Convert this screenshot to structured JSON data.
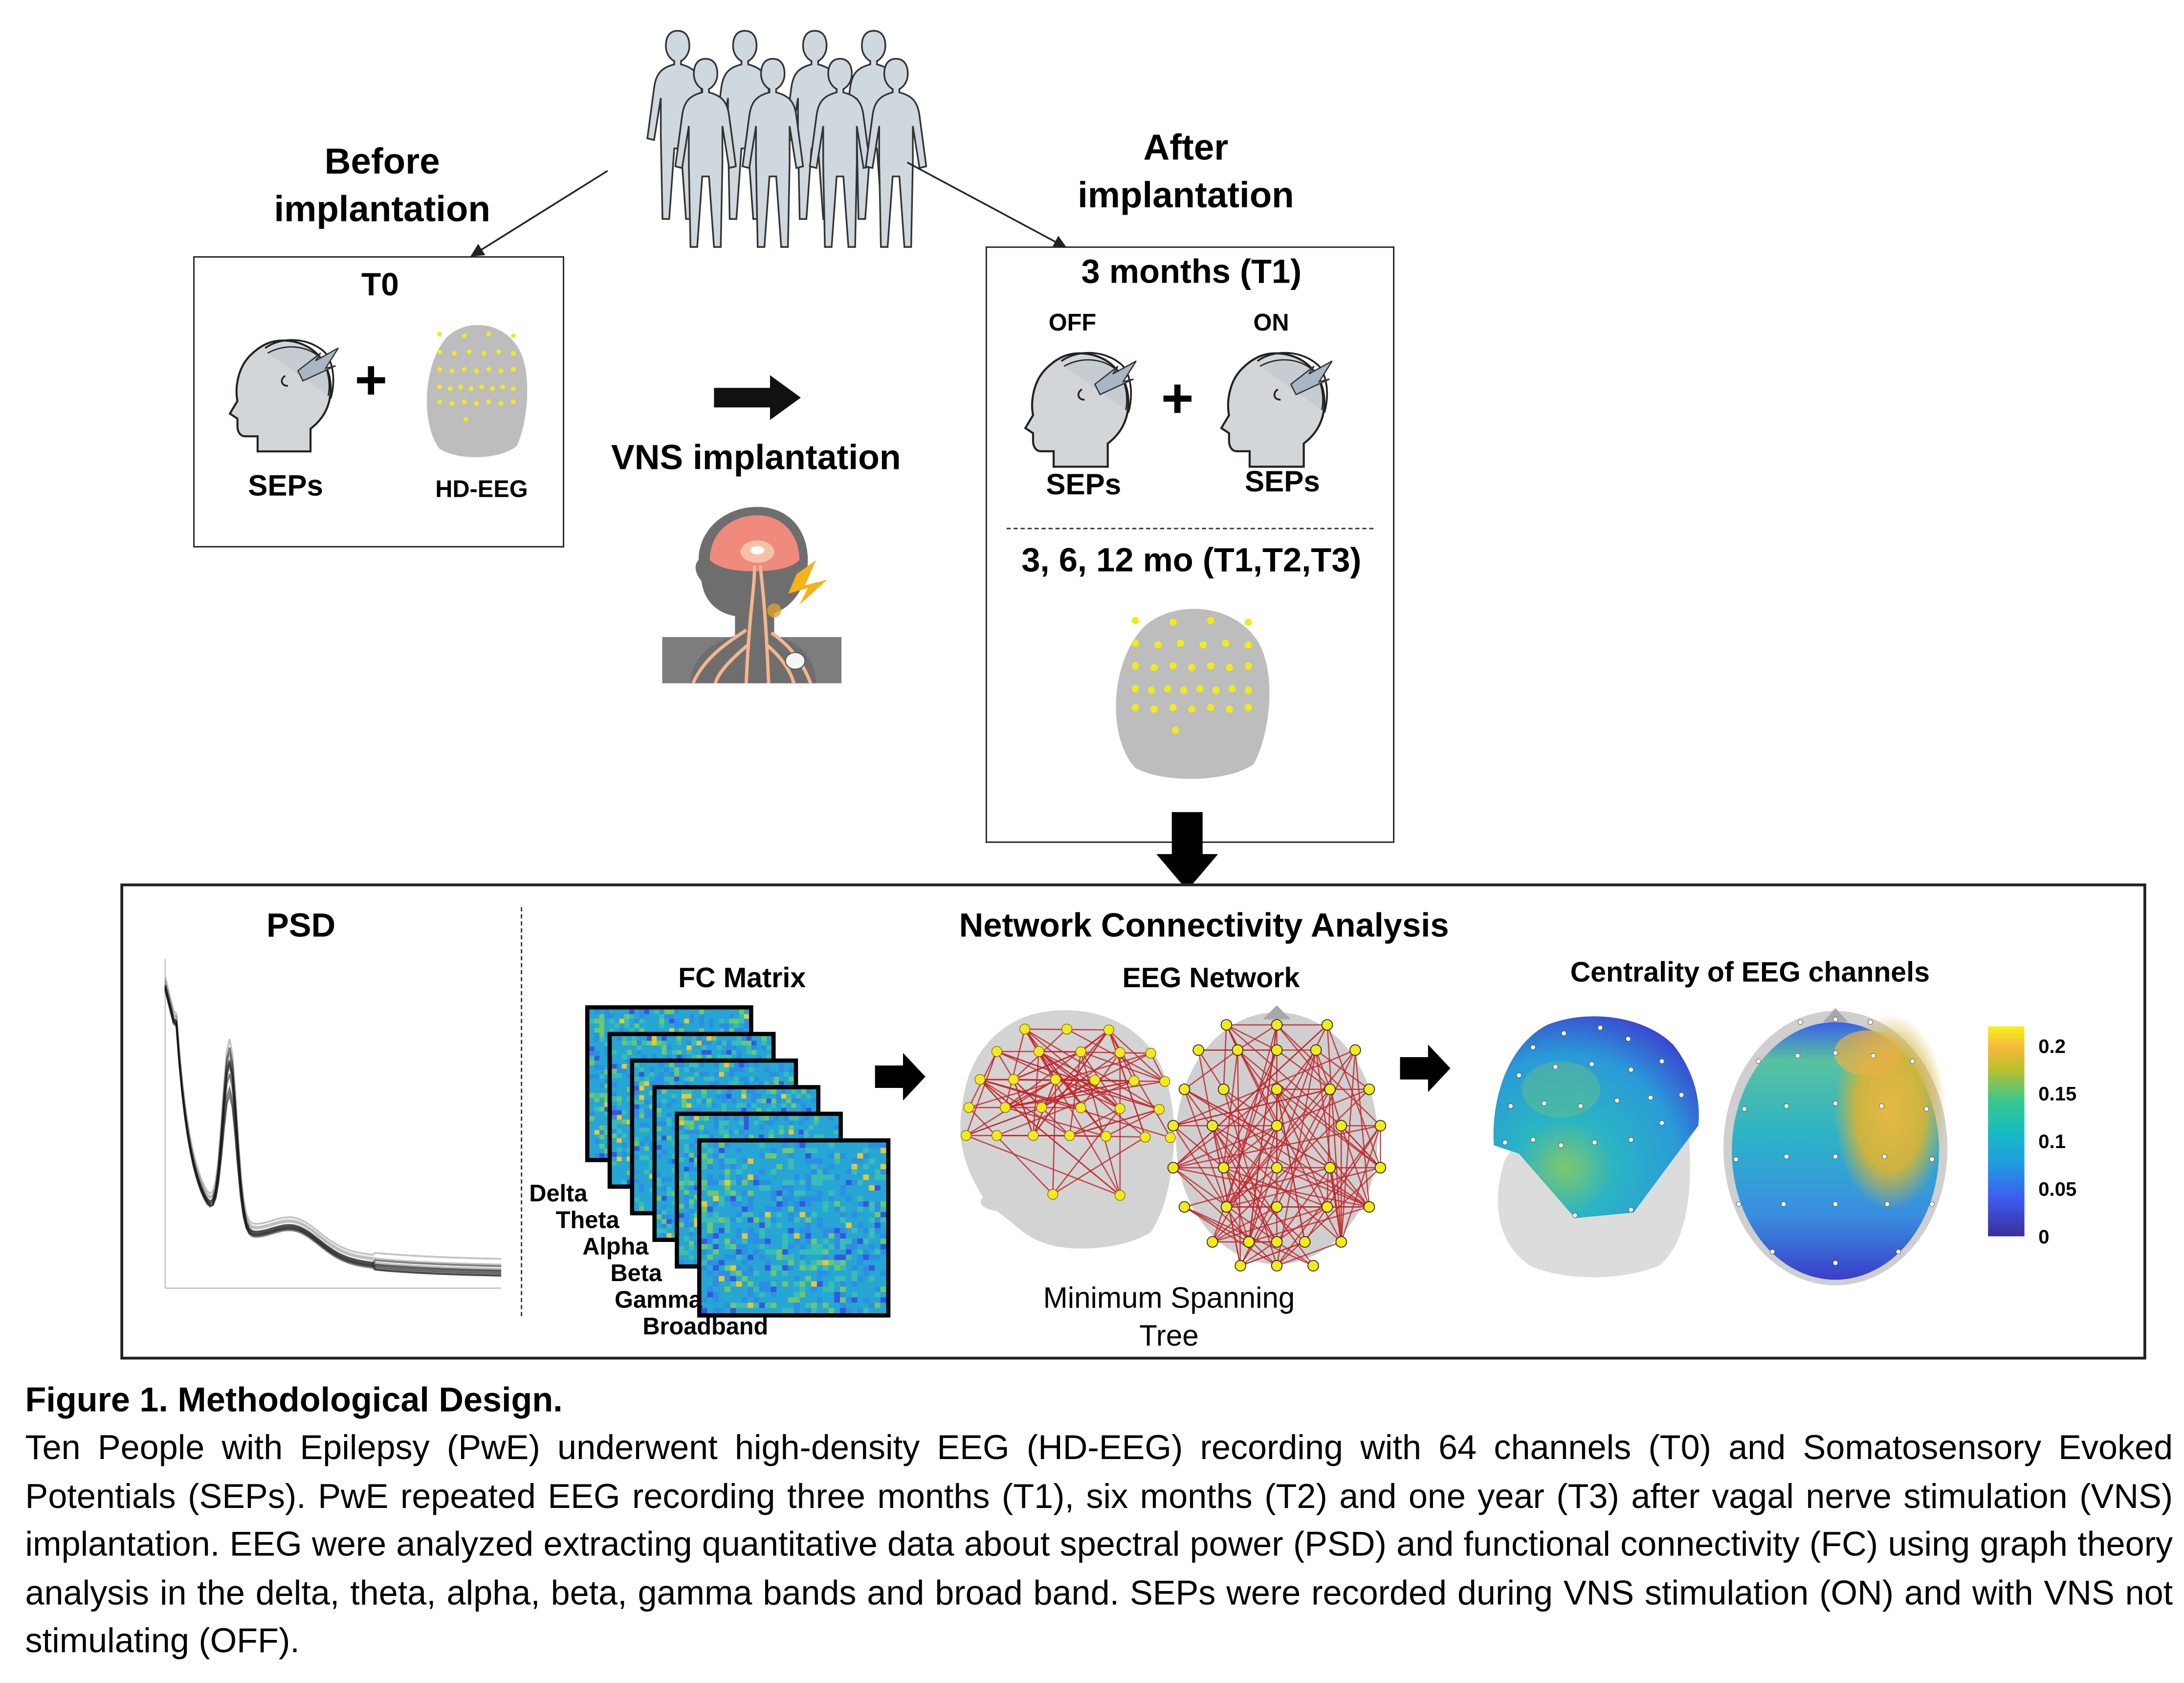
{
  "figure": {
    "top": {
      "population_label": "people-group",
      "before_title": "Before implantation",
      "after_title": "After implantation",
      "t0_box": {
        "title": "T0",
        "left_label": "SEPs",
        "right_label": "HD-EEG",
        "plus": "+"
      },
      "vns": {
        "title": "VNS implantation"
      },
      "t1_box": {
        "title": "3 months (T1)",
        "off_label": "OFF",
        "on_label": "ON",
        "off_sub": "SEPs",
        "on_sub": "SEPs",
        "plus": "+",
        "followup_title": "3, 6, 12 mo (T1,T2,T3)"
      }
    },
    "bottom": {
      "psd_title": "PSD",
      "network_title": "Network Connectivity Analysis",
      "fc_title": "FC Matrix",
      "bands": [
        "Delta",
        "Theta",
        "Alpha",
        "Beta",
        "Gamma",
        "Broadband"
      ],
      "eeg_network_title": "EEG Network",
      "mst_label_line1": "Minimum Spanning",
      "mst_label_line2": "Tree",
      "centrality_title": "Centrality of EEG channels",
      "colorbar_ticks": [
        "0.2",
        "0.15",
        "0.1",
        "0.05",
        "0"
      ],
      "colorbar_range": [
        0,
        0.22
      ]
    },
    "caption": {
      "title": "Figure 1. Methodological Design.",
      "body": "Ten People with Epilepsy (PwE) underwent high-density EEG (HD-EEG) recording with 64 channels (T0) and Somatosensory Evoked Potentials (SEPs). PwE repeated EEG recording three months (T1), six months (T2) and one year (T3) after vagal nerve stimulation (VNS) implantation. EEG were analyzed extracting quantitative data about spectral power (PSD) and functional connectivity (FC) using graph theory analysis in the delta, theta, alpha, beta, gamma bands and broad band. SEPs were recorded during VNS stimulation (ON) and with VNS not stimulating (OFF)."
    },
    "colors": {
      "person_fill": "#cfd8de",
      "head_fill": "#d3d6d9",
      "bolt_fill": "#a9b6c6",
      "electrode": "#f2ea1a",
      "edge": "#c0272d",
      "head3d": "#bdbdbd",
      "brain": "#ef8a7c",
      "nerve": "#f5b58d",
      "lightning": "#f6b21b"
    }
  }
}
